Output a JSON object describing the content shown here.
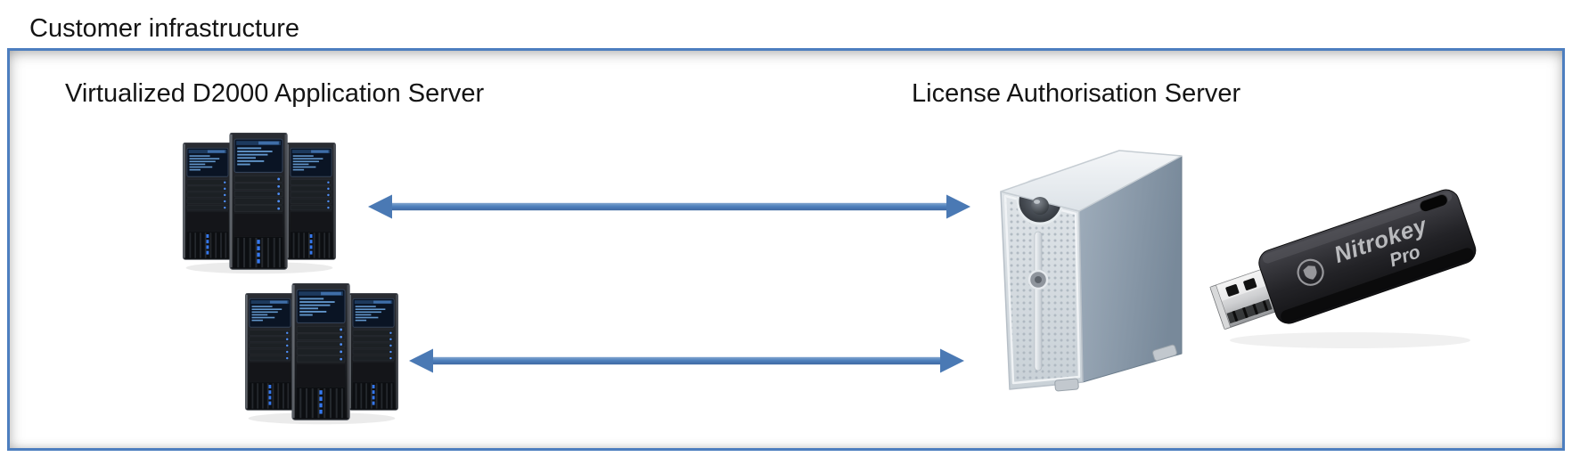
{
  "title": "Customer infrastructure",
  "box": {
    "name": "customer-infrastructure-boundary",
    "border_color": "#4d7ebf"
  },
  "labels": {
    "left": "Virtualized D2000 Application Server",
    "right": "License Authorisation Server"
  },
  "usb_key": {
    "brand_line1": "Nitrokey",
    "brand_line2": "Pro"
  },
  "icons": {
    "app_server_clusters": "server-cluster-icon (two groups of three black tower servers with blue LEDs)",
    "license_server": "tower-server-icon (light gray perforated tower case)",
    "usb_token": "nitrokey-usb-icon (black USB security key with metal USB-A plug)",
    "connections": "bidirectional-arrow-icon (two horizontal double-headed arrows)"
  },
  "colors": {
    "arrow": "#4f81bd",
    "frame_border": "#4d7ebf",
    "server_led": "#4f8ef7",
    "tower_body": "#d7dce1",
    "usb_body": "#2a2a2e"
  }
}
